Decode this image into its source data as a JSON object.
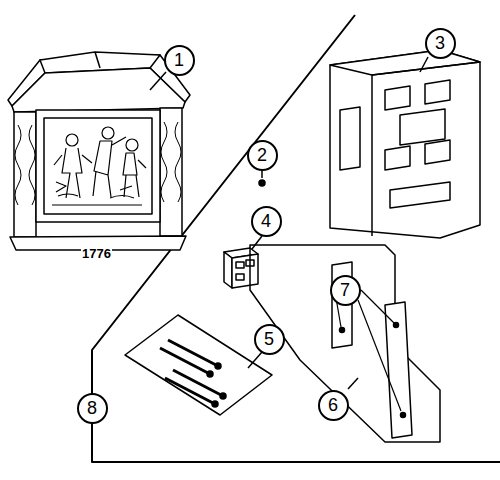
{
  "diagram": {
    "nodes": [
      {
        "text": [
          "1"
        ]
      },
      {
        "text": [
          "2"
        ]
      },
      {
        "text": [
          "3"
        ]
      },
      {
        "text": [
          "4"
        ]
      },
      {
        "text": [
          "5"
        ]
      },
      {
        "text": [
          "6"
        ]
      },
      {
        "text": [
          "7"
        ]
      },
      {
        "text": [
          "8"
        ]
      }
    ],
    "labels": [
      "1776"
    ]
  }
}
